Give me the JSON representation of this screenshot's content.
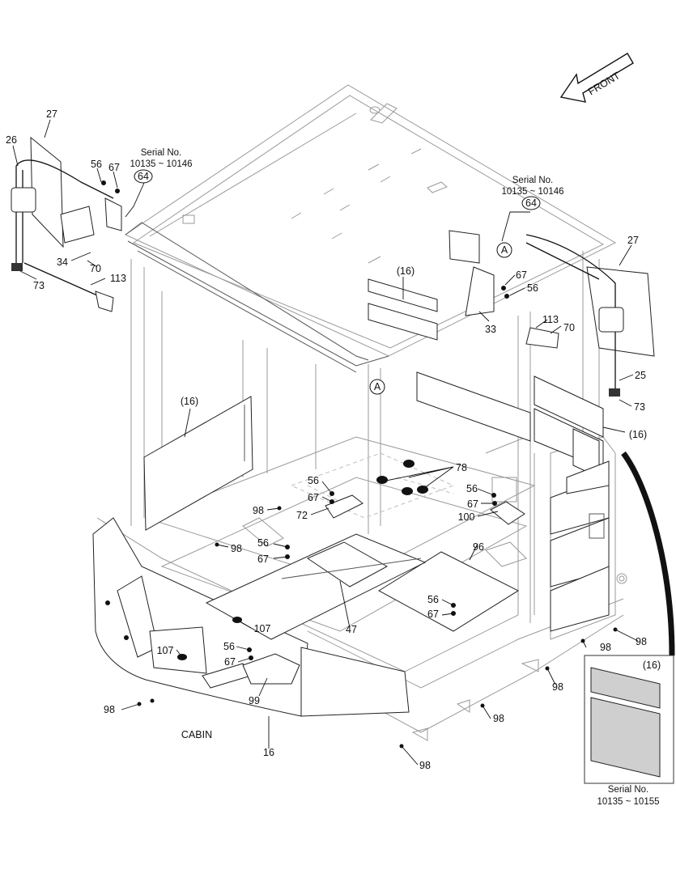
{
  "title": "CABIN",
  "front_label": "FRONT",
  "serial": {
    "left_top": {
      "line1": "Serial No.",
      "line2": "10135 ~ 10146"
    },
    "right_top": {
      "line1": "Serial No.",
      "line2": "10135 ~ 10146"
    },
    "bottom_right": {
      "line1": "Serial No.",
      "line2": "10135 ~ 10155"
    }
  },
  "circled": {
    "part_64": "64",
    "ref_A": "A"
  },
  "parts": {
    "p27": "27",
    "p26": "26",
    "p56": "56",
    "p67": "67",
    "p34": "34",
    "p70": "70",
    "p73": "73",
    "p113": "113",
    "p16": "16",
    "p16p": "(16)",
    "p33": "33",
    "p25": "25",
    "p78": "78",
    "p72": "72",
    "p98": "98",
    "p100": "100",
    "p96": "96",
    "p47": "47",
    "p107": "107",
    "p99": "99"
  }
}
